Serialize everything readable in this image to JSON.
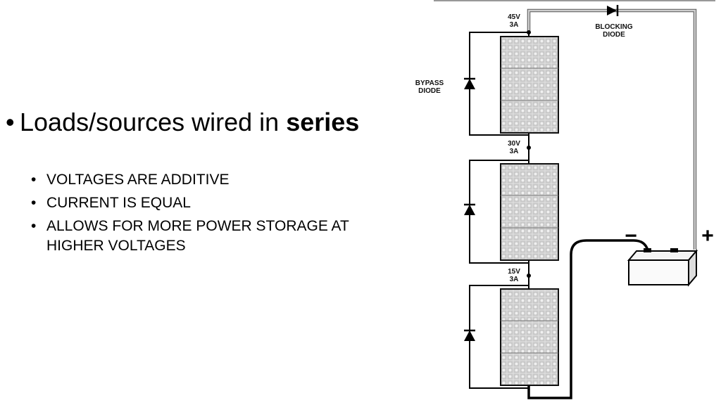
{
  "heading": {
    "bullet": "•",
    "text_before": "Loads/sources wired in ",
    "text_bold": "series"
  },
  "points": [
    "VOLTAGES ARE ADDITIVE",
    "CURRENT IS EQUAL",
    "ALLOWS FOR MORE POWER STORAGE AT HIGHER VOLTAGES"
  ],
  "sub_bullet": "•",
  "diagram": {
    "junction_top": [
      "45V",
      "3A"
    ],
    "junction_mid": [
      "30V",
      "3A"
    ],
    "junction_bottom": [
      "15V",
      "3A"
    ],
    "bypass_label": [
      "BYPASS",
      "DIODE"
    ],
    "blocking_label": [
      "BLOCKING",
      "DIODE"
    ],
    "minus_sign": "−",
    "plus_sign": "+"
  }
}
